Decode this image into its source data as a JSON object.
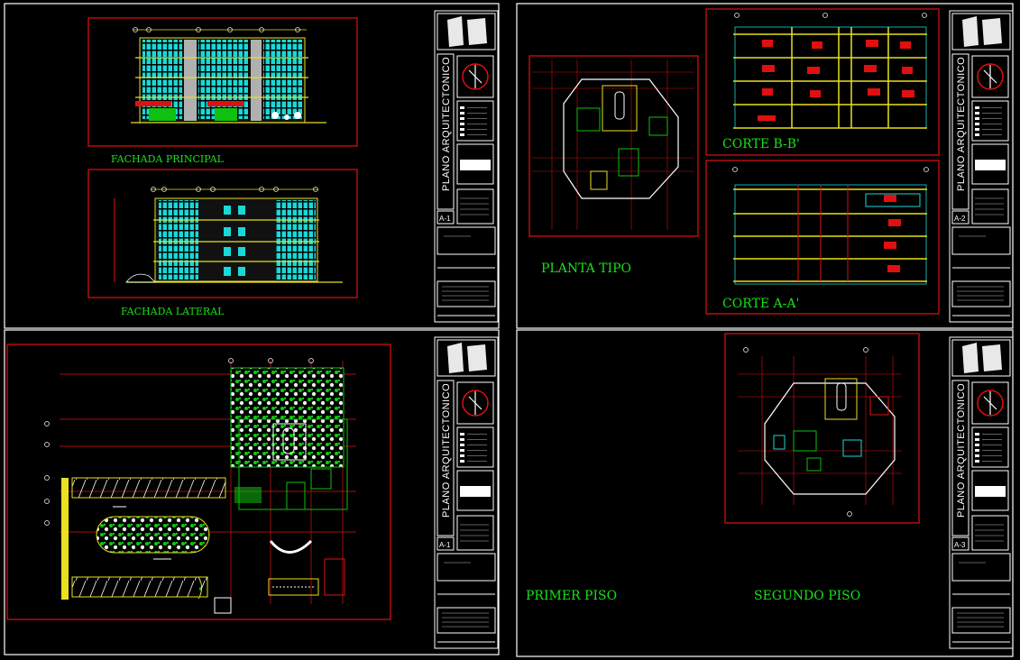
{
  "labels": {
    "fachada_principal": "FACHADA PRINCIPAL",
    "fachada_lateral": "FACHADA LATERAL",
    "planta_tipo": "PLANTA  TIPO",
    "corte_bb": "CORTE B-B'",
    "corte_aa": "CORTE A-A'",
    "primer_piso": "PRIMER PISO",
    "segundo_piso": "SEGUNDO PISO"
  },
  "title_blocks": [
    {
      "plan_title": "PLANO  ARQUITECTONICO",
      "sheet": "A-1"
    },
    {
      "plan_title": "PLANO  ARQUITECTONICO",
      "sheet": "A-2"
    },
    {
      "plan_title": "PLANO  ARQUITECTONICO",
      "sheet": "A-1"
    },
    {
      "plan_title": "PLANO  ARQUITECTONICO",
      "sheet": "A-3"
    }
  ],
  "colors": {
    "frame": "#ffffff",
    "viewport": "#e01010",
    "label": "#18e018",
    "glass": "#19d8d8",
    "floor": "#e8e020",
    "plan_green": "#10c010"
  }
}
